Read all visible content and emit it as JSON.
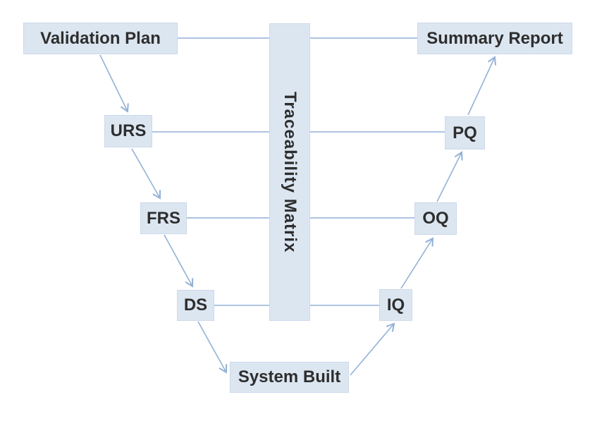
{
  "diagram": {
    "type": "v-model-validation-flow",
    "matrix": {
      "label": "Traceability Matrix"
    },
    "nodes": {
      "validation_plan": {
        "label": "Validation Plan"
      },
      "urs": {
        "label": "URS"
      },
      "frs": {
        "label": "FRS"
      },
      "ds": {
        "label": "DS"
      },
      "system_built": {
        "label": "System Built"
      },
      "iq": {
        "label": "IQ"
      },
      "oq": {
        "label": "OQ"
      },
      "pq": {
        "label": "PQ"
      },
      "summary_report": {
        "label": "Summary Report"
      }
    },
    "edges": {
      "arrows": [
        "validation_plan -> urs",
        "urs -> frs",
        "frs -> ds",
        "ds -> system_built",
        "system_built -> iq",
        "iq -> oq",
        "oq -> pq",
        "pq -> summary_report"
      ],
      "trace_links": [
        "validation_plan - summary_report",
        "urs - pq",
        "frs - oq",
        "ds - iq"
      ]
    },
    "colors": {
      "background": "#ffffff",
      "box_fill": "#dce6f1",
      "box_border": "#cdd9ec",
      "line_color": "#93b1d7",
      "text_color": "#2e2e2e"
    }
  }
}
